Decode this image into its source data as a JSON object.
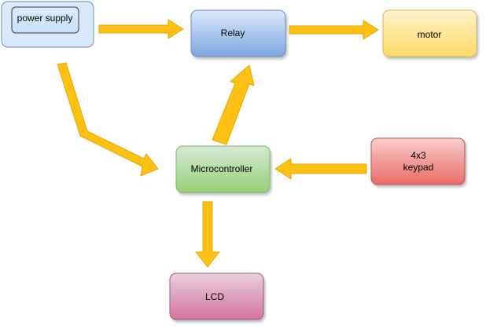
{
  "diagram": {
    "nodes": {
      "power_supply": {
        "label": "power supply"
      },
      "relay": {
        "label": "Relay"
      },
      "motor": {
        "label": "motor"
      },
      "microcontroller": {
        "label": "Microcontroller"
      },
      "keypad": {
        "label_line1": "4x3",
        "label_line2": "keypad"
      },
      "lcd": {
        "label": "LCD"
      }
    },
    "edges": [
      {
        "from": "power supply",
        "to": "Relay"
      },
      {
        "from": "Relay",
        "to": "motor"
      },
      {
        "from": "power supply",
        "to": "Microcontroller"
      },
      {
        "from": "Microcontroller",
        "to": "Relay"
      },
      {
        "from": "4x3 keypad",
        "to": "Microcontroller"
      },
      {
        "from": "Microcontroller",
        "to": "LCD"
      }
    ],
    "colors": {
      "arrow_fill": "#FFC014",
      "arrow_stroke": "#E6A800",
      "power_supply": "#D8EAFC",
      "relay": "#A9C4EB",
      "motor": "#FFE599",
      "microcontroller": "#B9E0A5",
      "keypad": "#EA6B66",
      "lcd": "#D5739D"
    }
  }
}
